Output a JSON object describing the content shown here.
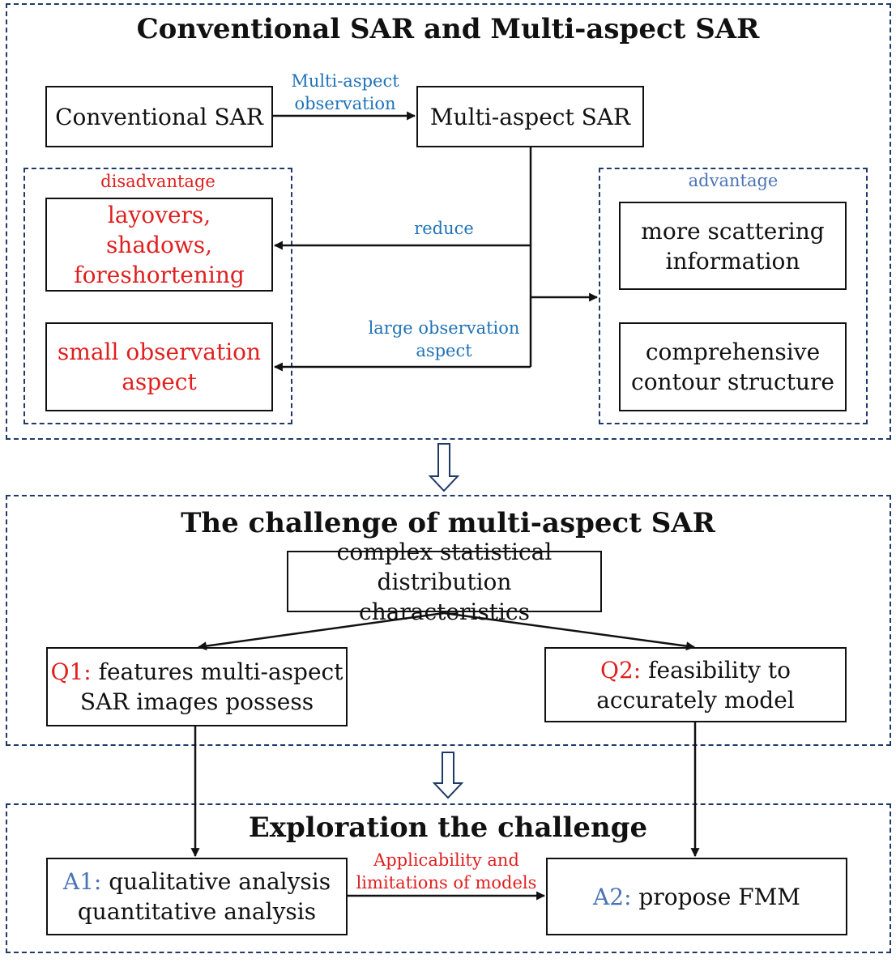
{
  "sections": {
    "top_title": "Conventional SAR and Multi-aspect SAR",
    "middle_title": "The challenge of multi-aspect SAR",
    "bottom_title": "Exploration the challenge"
  },
  "boxes": {
    "conventional": "Conventional SAR",
    "multi_aspect": "Multi-aspect SAR",
    "layovers": [
      "layovers,",
      "shadows,",
      "foreshortening"
    ],
    "small_obs": [
      "small observation",
      "aspect"
    ],
    "scattering": [
      "more scattering",
      "information"
    ],
    "contour": [
      "comprehensive",
      "contour structure"
    ],
    "complex": [
      "complex statistical",
      "distribution characteristics"
    ],
    "q1": {
      "prefix": "Q1:",
      "line1": "features multi-aspect",
      "line2": "SAR images possess"
    },
    "q2": {
      "prefix": "Q2:",
      "line1": "feasibility to",
      "line2": "accurately model"
    },
    "a1": {
      "prefix": "A1:",
      "line1": "qualitative analysis",
      "line2": "quantitative analysis"
    },
    "a2": {
      "prefix": "A2:",
      "text": "propose FMM"
    }
  },
  "labels": {
    "multi_aspect_obs": [
      "Multi-aspect",
      "observation"
    ],
    "disadvantage": "disadvantage",
    "advantage": "advantage",
    "reduce": "reduce",
    "large_obs": [
      "large observation",
      "aspect"
    ],
    "applicability": [
      "Applicability and",
      "limitations of models"
    ]
  },
  "colors": {
    "dashed_border": "#1f3a68",
    "red_text": "#e01f1f",
    "blue_label": "#1f73b7",
    "slate_label": "#4a74b6",
    "arrow": "#111111",
    "hollow_arrow": "#1f3a68"
  }
}
